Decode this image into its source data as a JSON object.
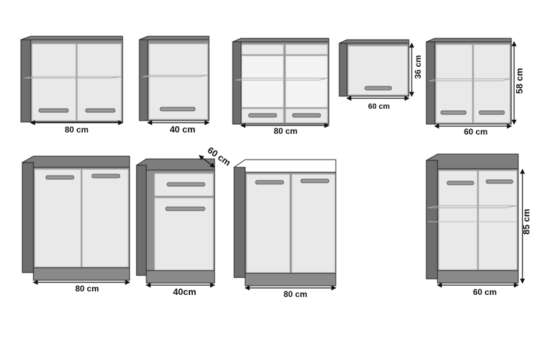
{
  "colors": {
    "carcass": "#8f8f8f",
    "carcass_dark": "#6e6e6e",
    "top": "#7d7d7d",
    "door": "#e9e9e9",
    "door_edge": "#bdbdbd",
    "handle": "#9a9a9a",
    "plinth": "#8a8a8a",
    "countertop_light": "#ffffff",
    "line": "#222222"
  },
  "labels": {
    "wall_80": "80 cm",
    "wall_40": "40 cm",
    "wall_glass_80": "80 cm",
    "wall_hood_width": "60 cm",
    "wall_hood_height": "36 cm",
    "wall_60_width": "60 cm",
    "wall_60_height": "58 cm",
    "base_80": "80 cm",
    "base_40_width": "40cm",
    "base_40_depth": "60 cm",
    "base_sink_80": "80 cm",
    "base_60_width": "60 cm",
    "base_60_height": "85 cm"
  }
}
